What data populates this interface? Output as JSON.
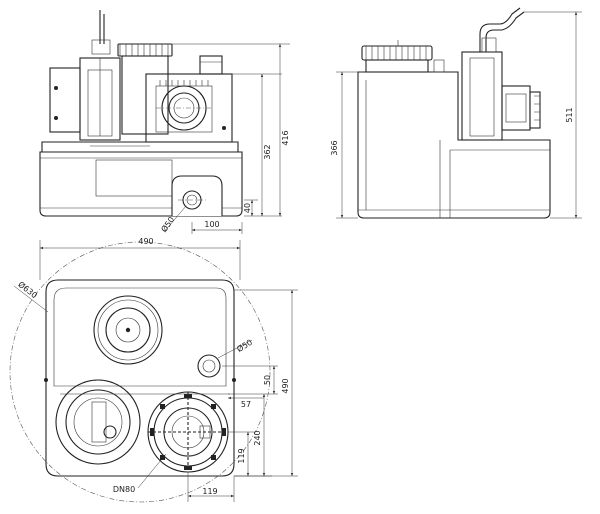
{
  "dimensions": {
    "front_height_outlet": "362",
    "front_height_total": "416",
    "front_height_inlet": "40",
    "front_inlet_offset": "100",
    "front_inlet_diameter": "Ø50",
    "side_height": "366",
    "side_height_total": "511",
    "top_width": "490",
    "top_depth": "490",
    "top_envelope_diameter": "Ø630",
    "top_inlet_diameter": "Ø50",
    "top_inlet_offset_y": "50",
    "top_outlet_offset_x": "57",
    "top_outlet_offset_y": "240",
    "top_outlet_center_y": "119",
    "top_outlet_center_x": "119",
    "outlet_flange": "DN80"
  }
}
